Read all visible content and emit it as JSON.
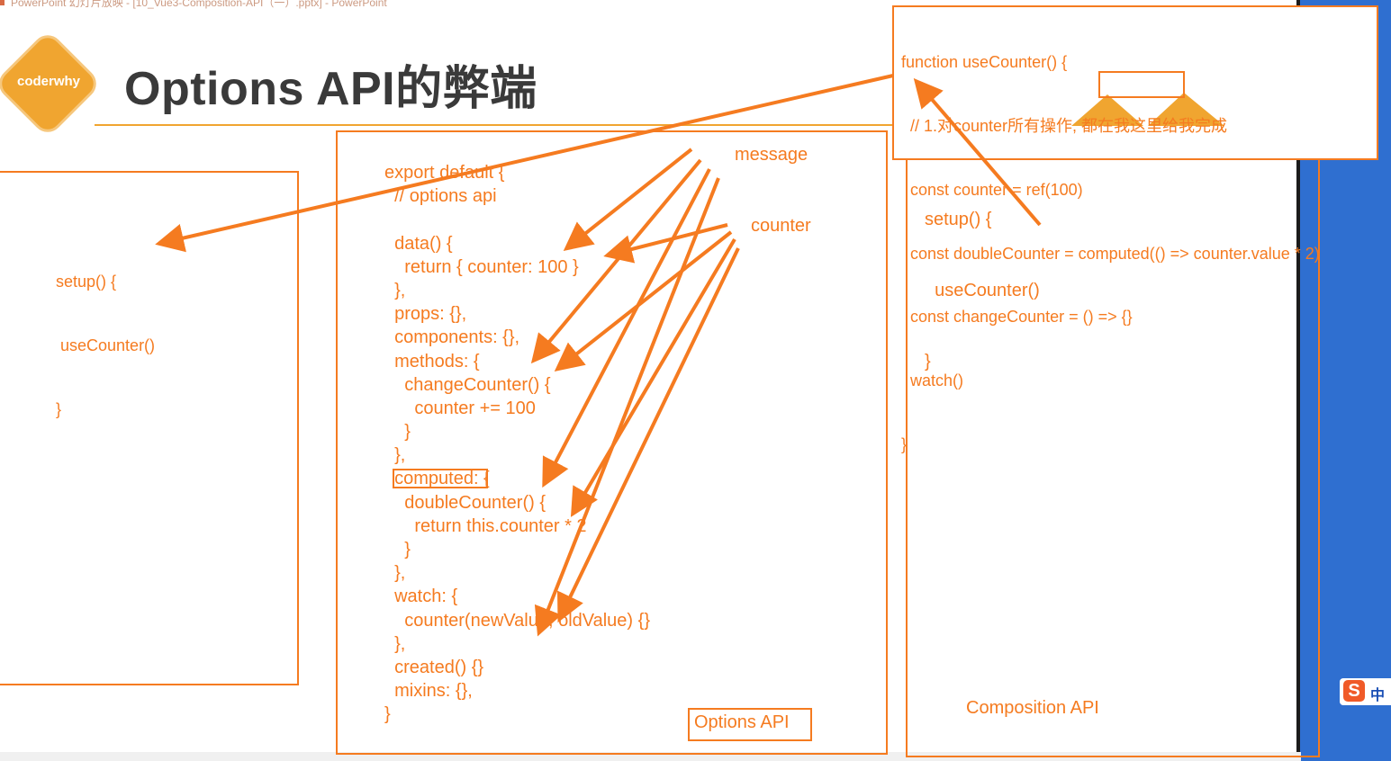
{
  "window": {
    "title": "PowerPoint 幻灯片放映 - [10_Vue3-Composition-API（一）.pptx] - PowerPoint"
  },
  "slide": {
    "title": "Options API的弊端",
    "logo_text": "coderwhy"
  },
  "left_panel": {
    "code": [
      "setup() {",
      " useCounter()",
      "}"
    ]
  },
  "options_panel": {
    "label": "Options API",
    "code": [
      "export default {",
      "  // options api",
      "",
      "  data() {",
      "    return { counter: 100 }",
      "  },",
      "  props: {},",
      "  components: {},",
      "  methods: {",
      "    changeCounter() {",
      "      counter += 100",
      "    }",
      "  },",
      "  computed: {",
      "    doubleCounter() {",
      "      return this.counter * 2",
      "    }",
      "  },",
      "  watch: {",
      "    counter(newValue, oldValue) {}",
      "  },",
      "  created() {}",
      "  mixins: {},",
      "}"
    ],
    "annotations": {
      "message": "message",
      "counter": "counter"
    }
  },
  "composition_panel": {
    "label": "Composition API",
    "code": [
      "setup() {",
      "  useCounter()",
      "}"
    ]
  },
  "use_counter_box": {
    "code": [
      "function useCounter() {",
      "  // 1.对counter所有操作, 都在我这里给我完成",
      "  const counter = ref(100)",
      "  const doubleCounter = computed(() => counter.value * 2)",
      "  const changeCounter = () => {}",
      "  watch()",
      "}"
    ]
  },
  "colors": {
    "accent": "#f57b20",
    "title": "#3a3a3a",
    "logo": "#f0a530",
    "desktop": "#2f6fd0"
  },
  "ime": {
    "logo": "S",
    "mode": "中"
  }
}
